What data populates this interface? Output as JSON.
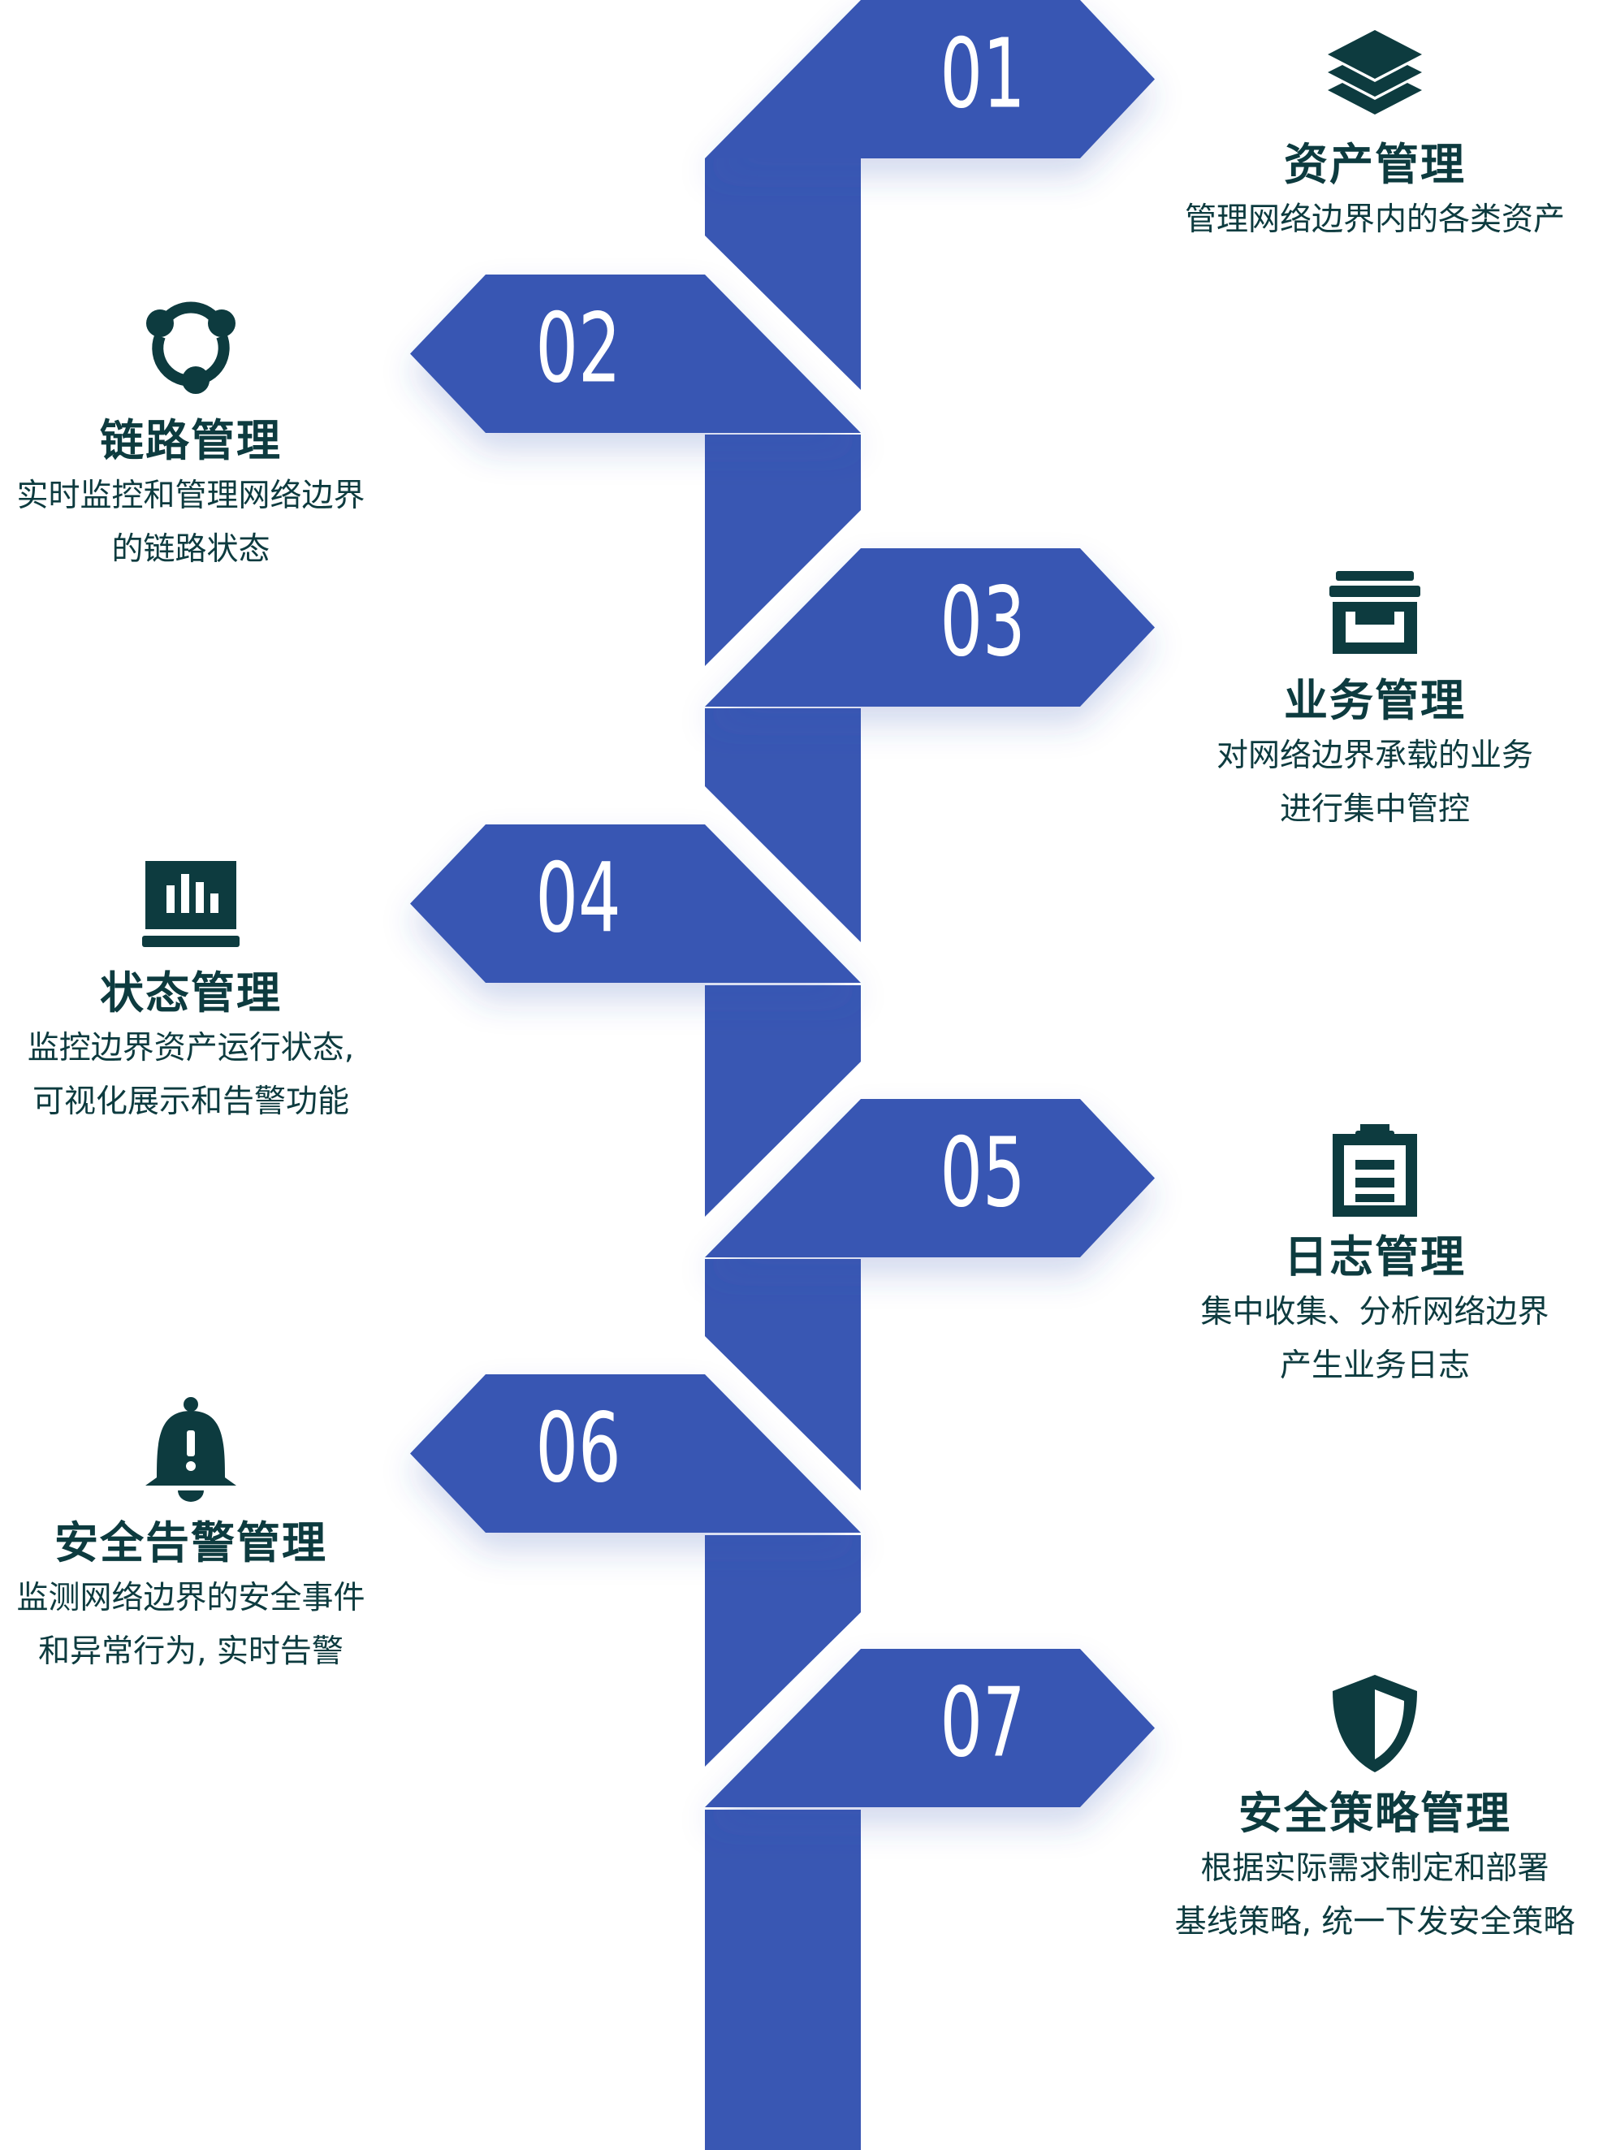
{
  "colors": {
    "ribbon": "#3957b3",
    "ribbon_shadow": "#2c468f",
    "text": "#0d3b3f"
  },
  "steps": [
    {
      "number": "01",
      "side": "right",
      "icon": "layers-icon",
      "title": "资产管理",
      "desc": [
        "管理网络边界内的各类资产"
      ]
    },
    {
      "number": "02",
      "side": "left",
      "icon": "share-nodes-icon",
      "title": "链路管理",
      "desc": [
        "实时监控和管理网络边界",
        "的链路状态"
      ]
    },
    {
      "number": "03",
      "side": "right",
      "icon": "archive-box-icon",
      "title": "业务管理",
      "desc": [
        "对网络边界承载的业务",
        "进行集中管控"
      ]
    },
    {
      "number": "04",
      "side": "left",
      "icon": "monitor-chart-icon",
      "title": "状态管理",
      "desc": [
        "监控边界资产运行状态,",
        "可视化展示和告警功能"
      ]
    },
    {
      "number": "05",
      "side": "right",
      "icon": "clipboard-icon",
      "title": "日志管理",
      "desc": [
        "集中收集、分析网络边界",
        "产生业务日志"
      ]
    },
    {
      "number": "06",
      "side": "left",
      "icon": "bell-alert-icon",
      "title": "安全告警管理",
      "desc": [
        "监测网络边界的安全事件",
        "和异常行为, 实时告警"
      ]
    },
    {
      "number": "07",
      "side": "right",
      "icon": "shield-icon",
      "title": "安全策略管理",
      "desc": [
        "根据实际需求制定和部署",
        "基线策略, 统一下发安全策略"
      ]
    }
  ]
}
